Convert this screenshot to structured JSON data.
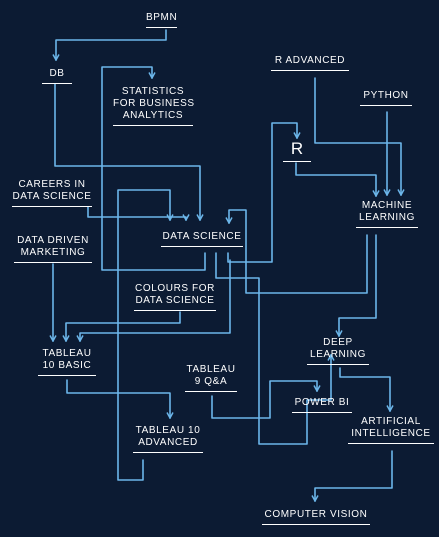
{
  "colors": {
    "background": "#0c1b33",
    "connector": "#6cb6ea",
    "text": "#ffffff"
  },
  "nodes": {
    "bpmn": "BPMN",
    "db": "DB",
    "statistics": [
      "STATISTICS",
      "FOR BUSINESS",
      "ANALYTICS"
    ],
    "r_advanced": "R ADVANCED",
    "python": "PYTHON",
    "r": "R",
    "careers": [
      "CAREERS IN",
      "DATA SCIENCE"
    ],
    "machine_learning": [
      "MACHINE",
      "LEARNING"
    ],
    "data_driven": [
      "DATA DRIVEN",
      "MARKETING"
    ],
    "data_science": "DATA SCIENCE",
    "colours": [
      "COLOURS FOR",
      "DATA SCIENCE"
    ],
    "deep_learning": [
      "DEEP",
      "LEARNING"
    ],
    "tableau_basic": [
      "TABLEAU",
      "10 BASIC"
    ],
    "tableau_qa": [
      "TABLEAU",
      "9 Q&A"
    ],
    "power_bi": "POWER BI",
    "tableau_advanced": [
      "TABLEAU 10",
      "ADVANCED"
    ],
    "ai": [
      "ARTIFICIAL",
      "INTELLIGENCE"
    ],
    "computer_vision": "COMPUTER VISION"
  }
}
